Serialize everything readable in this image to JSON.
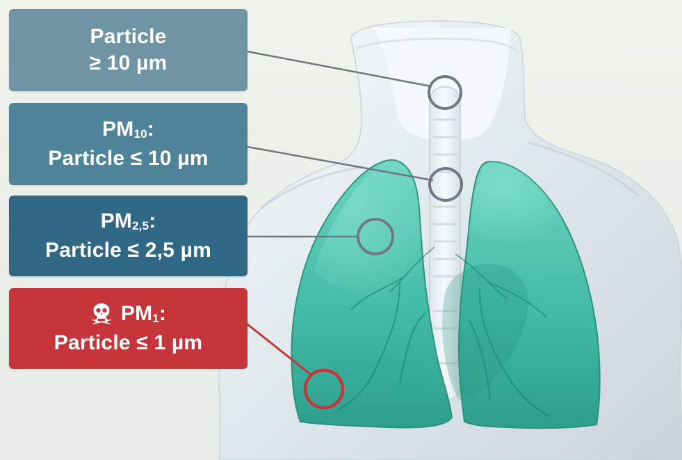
{
  "colors": {
    "box_1": "#6f95a5",
    "box_2": "#4f8399",
    "box_3": "#2f6784",
    "box_4": "#c5353a",
    "circle_standard": "#65707a",
    "circle_alert": "#c5353a",
    "lung": "#3fbea7",
    "lung_dark": "#229a86",
    "body": "#dce5ea",
    "background": "#edf0ea"
  },
  "labels": [
    {
      "line1": "Particle",
      "line2": "≥ 10 µm"
    },
    {
      "line1_main": "PM",
      "line1_sub": "10",
      "line1_end": ":",
      "line2": "Particle ≤ 10 µm"
    },
    {
      "line1_main": "PM",
      "line1_sub": "2,5",
      "line1_end": ":",
      "line2": "Particle ≤ 2,5 µm"
    },
    {
      "line1_main": "PM",
      "line1_sub": "1",
      "line1_end": ":",
      "line2": "Particle ≤ 1 µm",
      "icon": "skull-crossbones-icon"
    }
  ]
}
